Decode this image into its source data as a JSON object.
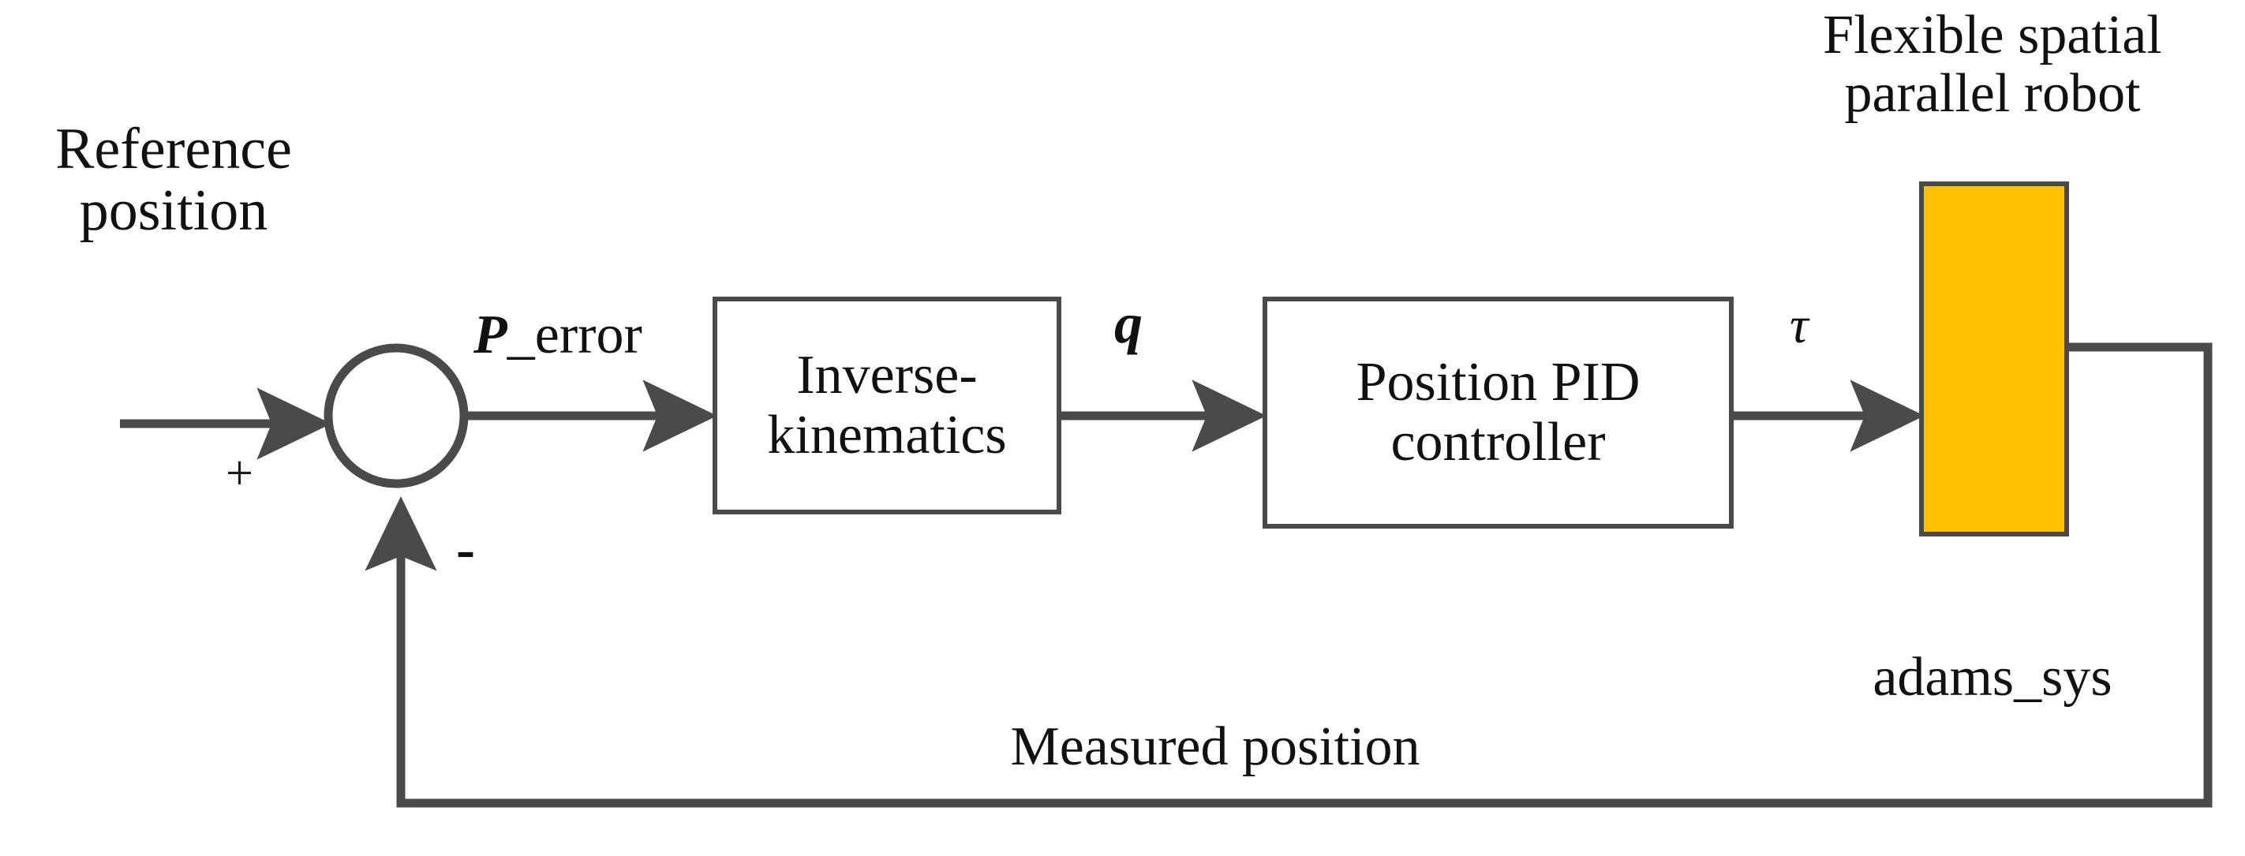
{
  "diagram": {
    "type": "control-block-diagram",
    "title": "Closed-loop position control of a flexible spatial parallel robot",
    "line_color": "#4a4a4a",
    "text_color": "#111111",
    "plant_fill_color": "#FFC000",
    "background_color": "#ffffff"
  },
  "labels": {
    "reference_position": "Reference\nposition",
    "plus_sign": "+",
    "minus_sign": "-",
    "p_error_symbol": "P",
    "p_error_suffix": "_error",
    "q_symbol": "q",
    "tau_symbol": "τ",
    "plant_title": "Flexible spatial\nparallel robot",
    "adams_sys": "adams_sys",
    "measured_position": "Measured position"
  },
  "blocks": [
    {
      "id": "inverse-kinematics",
      "label": "Inverse-\nkinematics"
    },
    {
      "id": "position-pid",
      "label": "Position PID\ncontroller"
    },
    {
      "id": "plant",
      "label": ""
    }
  ],
  "signals": [
    {
      "name": "reference-input",
      "label": "Reference position",
      "sign": "+",
      "from": "input",
      "to": "summing-junction"
    },
    {
      "name": "position-error",
      "label": "P_error",
      "from": "summing-junction",
      "to": "inverse-kinematics"
    },
    {
      "name": "joint-command",
      "label": "q",
      "from": "inverse-kinematics",
      "to": "position-pid"
    },
    {
      "name": "torque",
      "label": "τ",
      "from": "position-pid",
      "to": "plant"
    },
    {
      "name": "feedback",
      "label": "Measured position",
      "sign": "-",
      "from": "plant",
      "to": "summing-junction"
    }
  ]
}
